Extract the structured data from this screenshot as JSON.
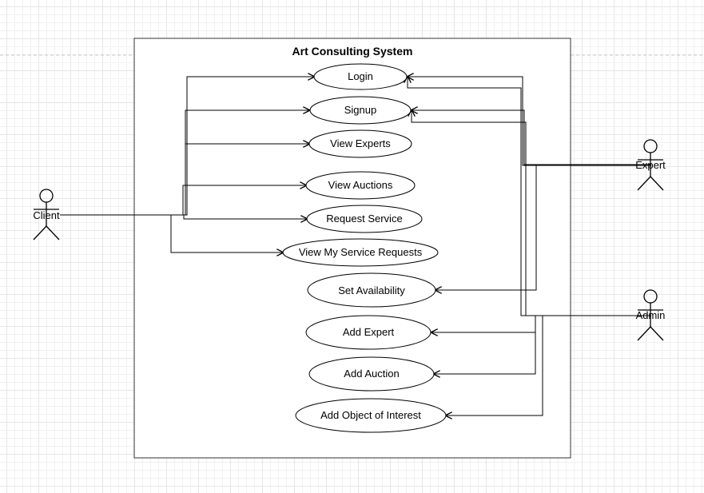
{
  "system": {
    "title": "Art Consulting System"
  },
  "actors": {
    "client": "Client",
    "expert": "Expert",
    "admin": "Admin"
  },
  "use_cases": {
    "login": "Login",
    "signup": "Signup",
    "view_experts": "View Experts",
    "view_auctions": "View Auctions",
    "request_service": "Request Service",
    "view_my_service_requests": "View My Service Requests",
    "set_availability": "Set Availability",
    "add_expert": "Add Expert",
    "add_auction": "Add Auction",
    "add_object_of_interest": "Add Object of Interest"
  }
}
